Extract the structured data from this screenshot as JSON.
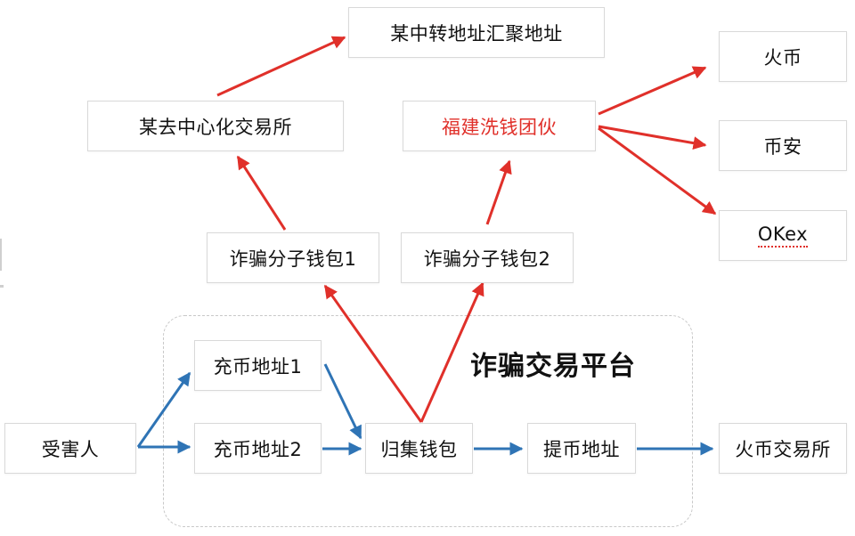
{
  "colors": {
    "red": "#e0302a",
    "blue": "#2f74b5",
    "border": "#d9d9d9"
  },
  "group": {
    "title": "诈骗交易平台"
  },
  "nodes": {
    "victim": "受害人",
    "deposit1": "充币地址1",
    "deposit2": "充币地址2",
    "collect_wallet": "归集钱包",
    "withdraw_address": "提币地址",
    "huobi_exchange": "火币交易所",
    "scammer_wallet1": "诈骗分子钱包1",
    "scammer_wallet2": "诈骗分子钱包2",
    "dex": "某去中心化交易所",
    "transit_address": "某中转地址汇聚地址",
    "fujian_gang": "福建洗钱团伙",
    "huobi": "火币",
    "binance": "币安",
    "okex": "OKex"
  }
}
